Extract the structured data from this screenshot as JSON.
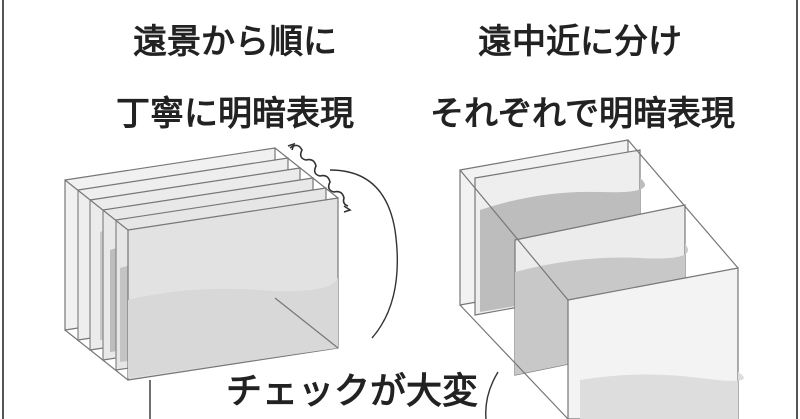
{
  "left_panel": {
    "heading_line1": "遠景から順に",
    "heading_line2": "丁寧に明暗表現"
  },
  "right_panel": {
    "heading_line1": "遠中近に分け",
    "heading_line2": "それぞれで明暗表現"
  },
  "caption": "チェックが大変",
  "colors": {
    "line": "#6f6f6f",
    "border": "#555555",
    "fill_light": "#e9e9e9",
    "fill_mid": "#cfcfcf",
    "fill_dark": "#a9a9a9",
    "text": "#222222"
  }
}
